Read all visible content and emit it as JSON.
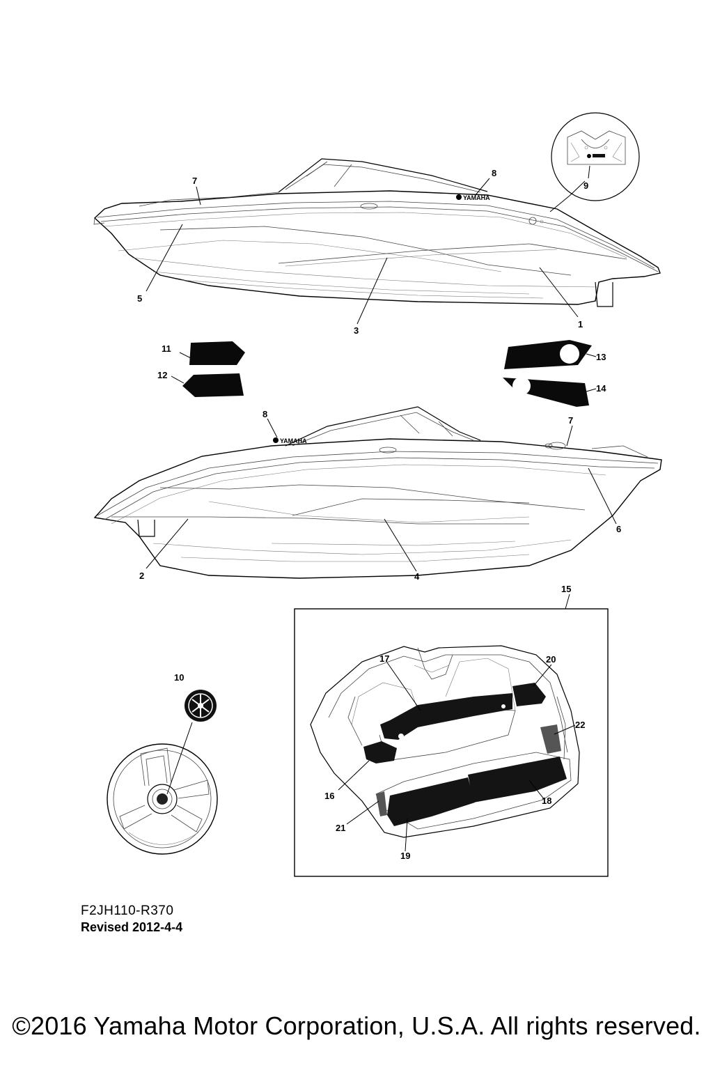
{
  "callouts": {
    "c1": "1",
    "c2": "2",
    "c3": "3",
    "c4": "4",
    "c5": "5",
    "c6": "6",
    "c7a": "7",
    "c7b": "7",
    "c8a": "8",
    "c8b": "8",
    "c9": "9",
    "c10": "10",
    "c11": "11",
    "c12": "12",
    "c13": "13",
    "c14": "14",
    "c15": "15",
    "c16": "16",
    "c17": "17",
    "c18": "18",
    "c19": "19",
    "c20": "20",
    "c21": "21",
    "c22": "22"
  },
  "logo_text": "YAMAHA",
  "drawing_code": "F2JH110-R370",
  "revision": "Revised 2012-4-4",
  "copyright": "©2016 Yamaha Motor Corporation, U.S.A. All rights reserved."
}
